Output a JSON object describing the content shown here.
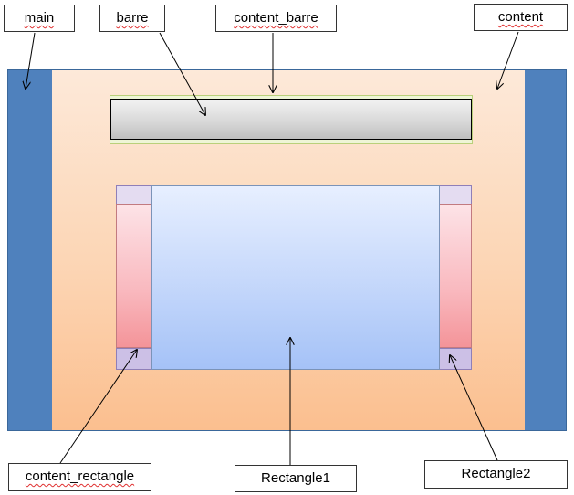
{
  "diagram": {
    "labels": {
      "main": "main",
      "barre": "barre",
      "content_barre": "content_barre",
      "content": "content",
      "content_rectangle": "content_rectangle",
      "rectangle1": "Rectangle1",
      "rectangle2": "Rectangle2"
    },
    "colors": {
      "main": "#4f81bd",
      "content": "#fcd5b4",
      "barre": "#d9d9d9",
      "content_barre": "#eef5d6",
      "content_rectangle": "#e4dcf1",
      "rectangle1": "#c7d9fb",
      "rectangle2": "#f9b9bf",
      "arrow": "#000000",
      "spellcheck_underline": "#e03030"
    }
  }
}
